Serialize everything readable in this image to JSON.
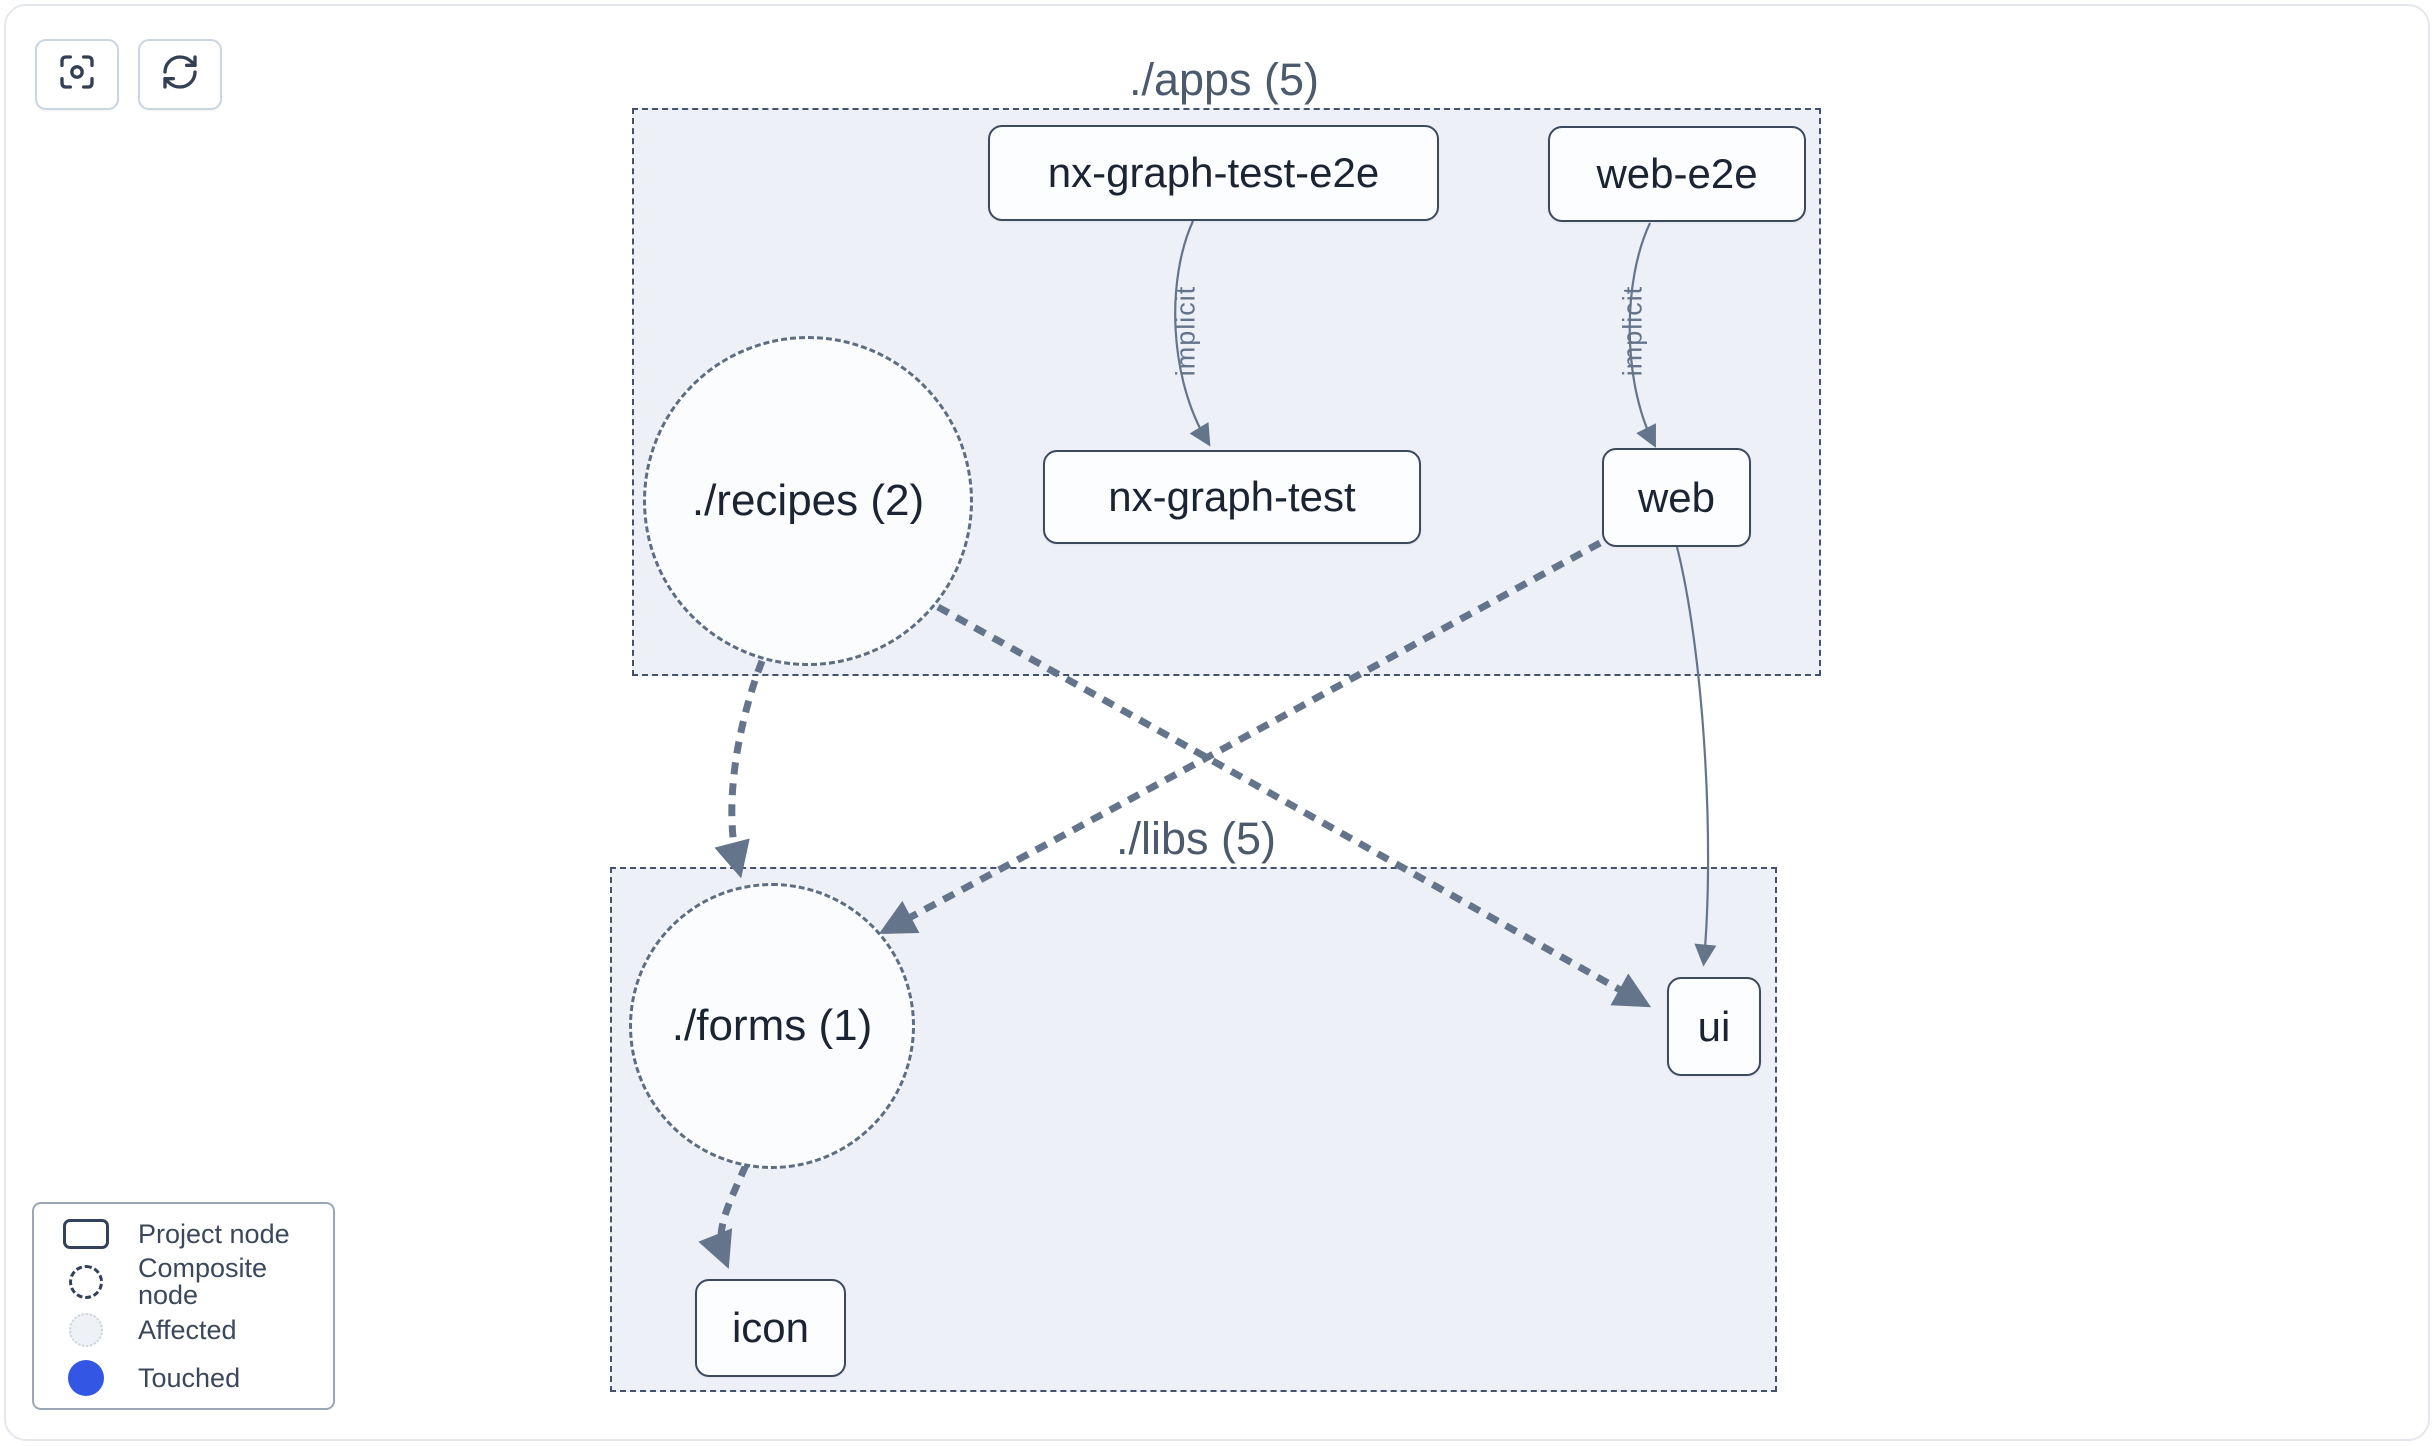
{
  "groups": {
    "apps": {
      "label": "./apps (5)"
    },
    "libs": {
      "label": "./libs (5)"
    }
  },
  "nodes": {
    "nx_graph_test_e2e": {
      "label": "nx-graph-test-e2e"
    },
    "web_e2e": {
      "label": "web-e2e"
    },
    "recipes": {
      "label": "./recipes (2)"
    },
    "nx_graph_test": {
      "label": "nx-graph-test"
    },
    "web": {
      "label": "web"
    },
    "forms": {
      "label": "./forms (1)"
    },
    "ui": {
      "label": "ui"
    },
    "icon": {
      "label": "icon"
    }
  },
  "edges": {
    "implicit_label": "implicit"
  },
  "legend": {
    "items": [
      {
        "label": "Project node"
      },
      {
        "label": "Composite node"
      },
      {
        "label": "Affected"
      },
      {
        "label": "Touched"
      }
    ]
  },
  "colors": {
    "touched_blue": "#3356e4",
    "edge_gray": "#64748b",
    "group_fill": "#edf1f7"
  }
}
